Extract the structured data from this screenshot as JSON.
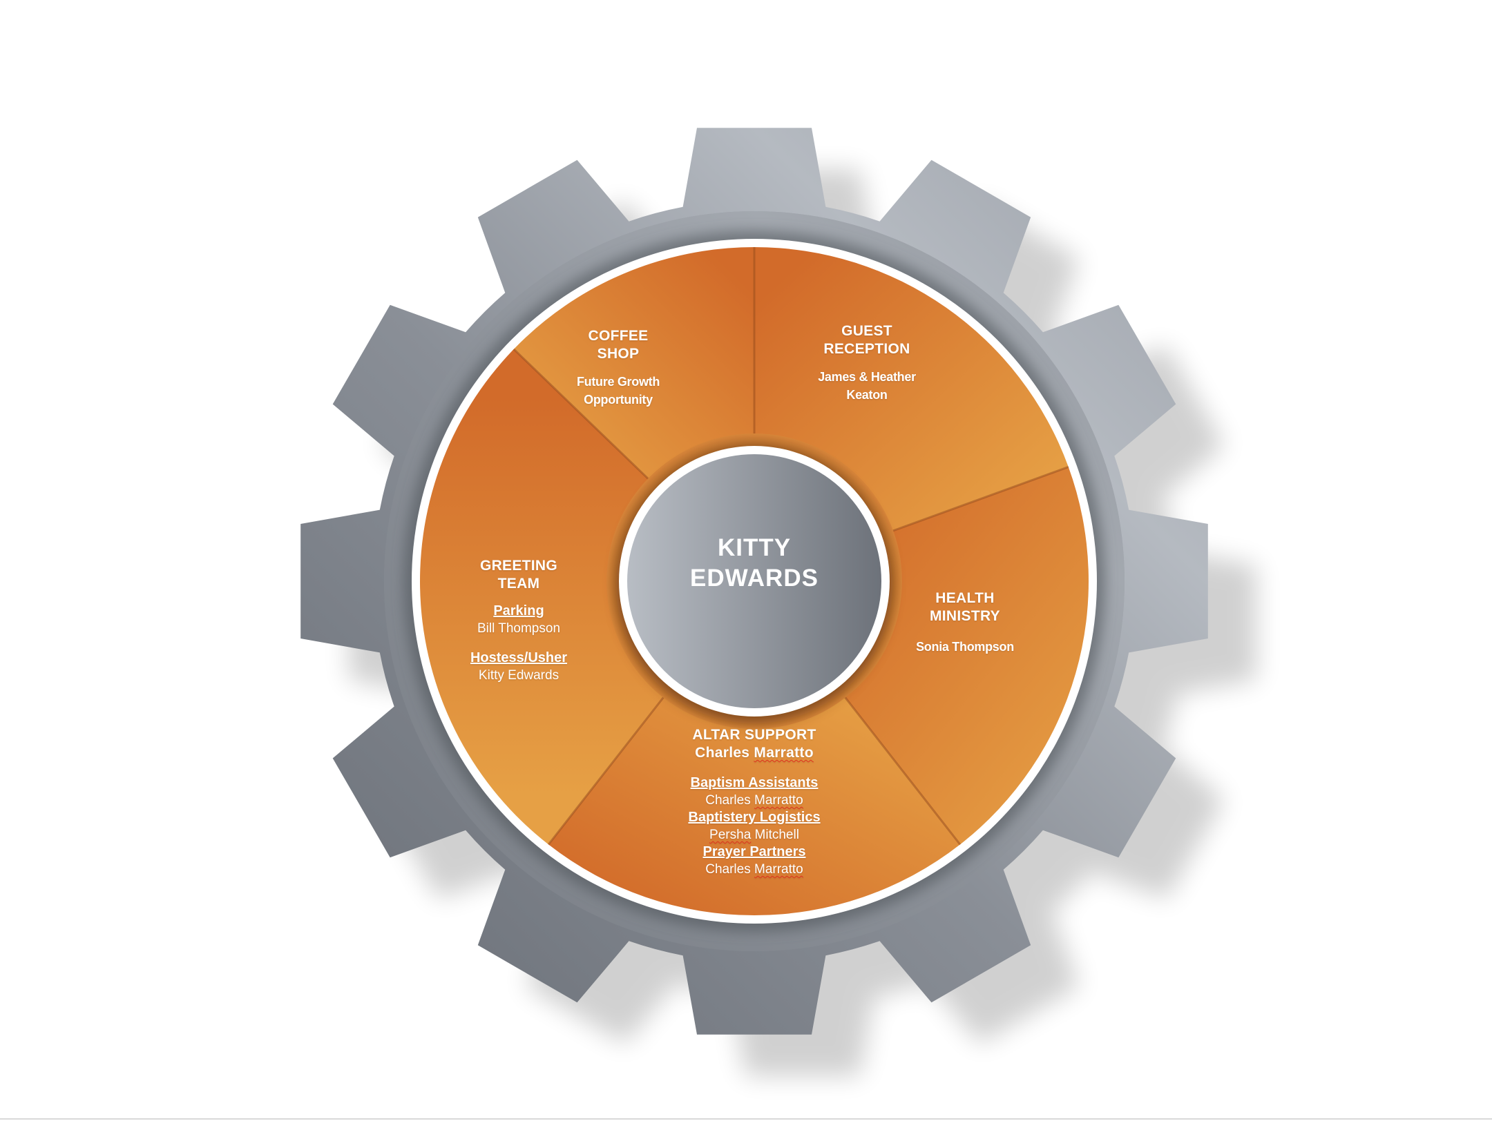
{
  "center": {
    "line1": "KITTY",
    "line2": "EDWARDS"
  },
  "segments": {
    "coffee_shop": {
      "title_line1": "COFFEE",
      "title_line2": "SHOP",
      "sub_line1": "Future Growth",
      "sub_line2": "Opportunity"
    },
    "guest_reception": {
      "title_line1": "GUEST",
      "title_line2": "RECEPTION",
      "sub_line1": "James & Heather",
      "sub_line2": "Keaton"
    },
    "health_ministry": {
      "title_line1": "HEALTH",
      "title_line2": "MINISTRY",
      "person": "Sonia Thompson"
    },
    "greeting_team": {
      "title_line1": "GREETING",
      "title_line2": "TEAM",
      "roles": [
        {
          "role": "Parking",
          "person": "Bill Thompson"
        },
        {
          "role": "Hostess/Usher",
          "person": "Kitty Edwards"
        }
      ]
    },
    "altar_support": {
      "title": "ALTAR SUPPORT",
      "lead_first": "Charles",
      "lead_last": "Marratto",
      "roles": [
        {
          "role": "Baptism Assistants",
          "first": "Charles",
          "last": "Marratto",
          "flag": "last"
        },
        {
          "role": "Baptistery Logistics",
          "first": "Persha",
          "last": "Mitchell",
          "flag": "first"
        },
        {
          "role": "Prayer Partners",
          "first": "Charles",
          "last": "Marratto",
          "flag": "last"
        }
      ]
    }
  },
  "colors": {
    "gear_dark": "#6e737b",
    "gear_light": "#b4b9c0",
    "orange_dark": "#d26b2a",
    "orange_light": "#e6a045",
    "hub_light": "#b6bbc2",
    "hub_dark": "#6f747c",
    "spell_flag": "#e0301e"
  }
}
